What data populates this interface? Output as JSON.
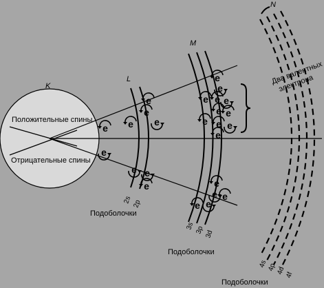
{
  "colors": {
    "background": "#a6a6a6",
    "nucleus_fill": "#d9d9d9",
    "ink": "#000000"
  },
  "labels": {
    "positive_spins": "Положительные спины",
    "negative_spins": "Отрицательные спины",
    "electron": "e",
    "valence_note": [
      "Два валентных",
      "электрона"
    ],
    "subshells": "Подоболочки"
  },
  "shells": [
    {
      "name": "K"
    },
    {
      "name": "L",
      "subshells": [
        "2s",
        "2p"
      ]
    },
    {
      "name": "M",
      "subshells": [
        "3s",
        "3p",
        "3d"
      ]
    },
    {
      "name": "N",
      "subshells": [
        "4s",
        "4p",
        "4d",
        "4f"
      ]
    }
  ]
}
